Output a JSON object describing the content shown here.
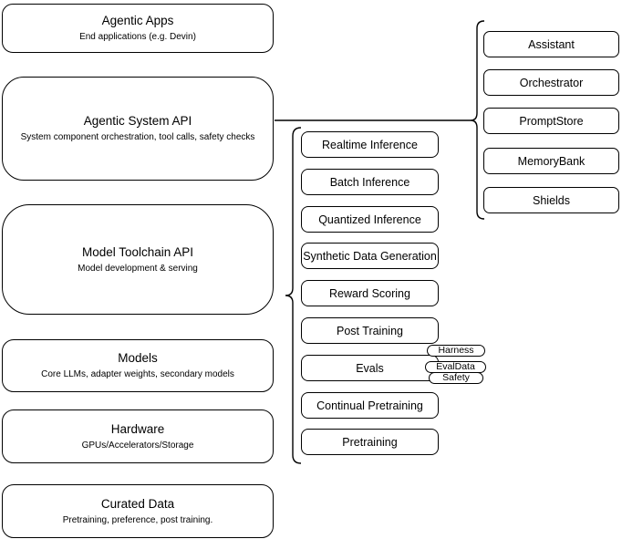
{
  "diagram": {
    "colors": {
      "stroke": "#000000",
      "background": "#ffffff",
      "text": "#000000"
    },
    "left_column": [
      {
        "title": "Agentic Apps",
        "subtitle": "End applications (e.g. Devin)"
      },
      {
        "title": "Agentic System API",
        "subtitle": "System component orchestration, tool calls, safety checks"
      },
      {
        "title": "Model Toolchain API",
        "subtitle": "Model development & serving"
      },
      {
        "title": "Models",
        "subtitle": "Core LLMs, adapter weights, secondary models"
      },
      {
        "title": "Hardware",
        "subtitle": "GPUs/Accelerators/Storage"
      },
      {
        "title": "Curated Data",
        "subtitle": "Pretraining, preference, post training."
      }
    ],
    "toolchain_items": [
      "Realtime Inference",
      "Batch Inference",
      "Quantized Inference",
      "Synthetic Data Generation",
      "Reward Scoring",
      "Post Training",
      "Evals",
      "Continual Pretraining",
      "Pretraining"
    ],
    "system_components": [
      "Assistant",
      "Orchestrator",
      "PromptStore",
      "MemoryBank",
      "Shields"
    ],
    "eval_tags": [
      "Harness",
      "EvalData",
      "Safety"
    ]
  }
}
